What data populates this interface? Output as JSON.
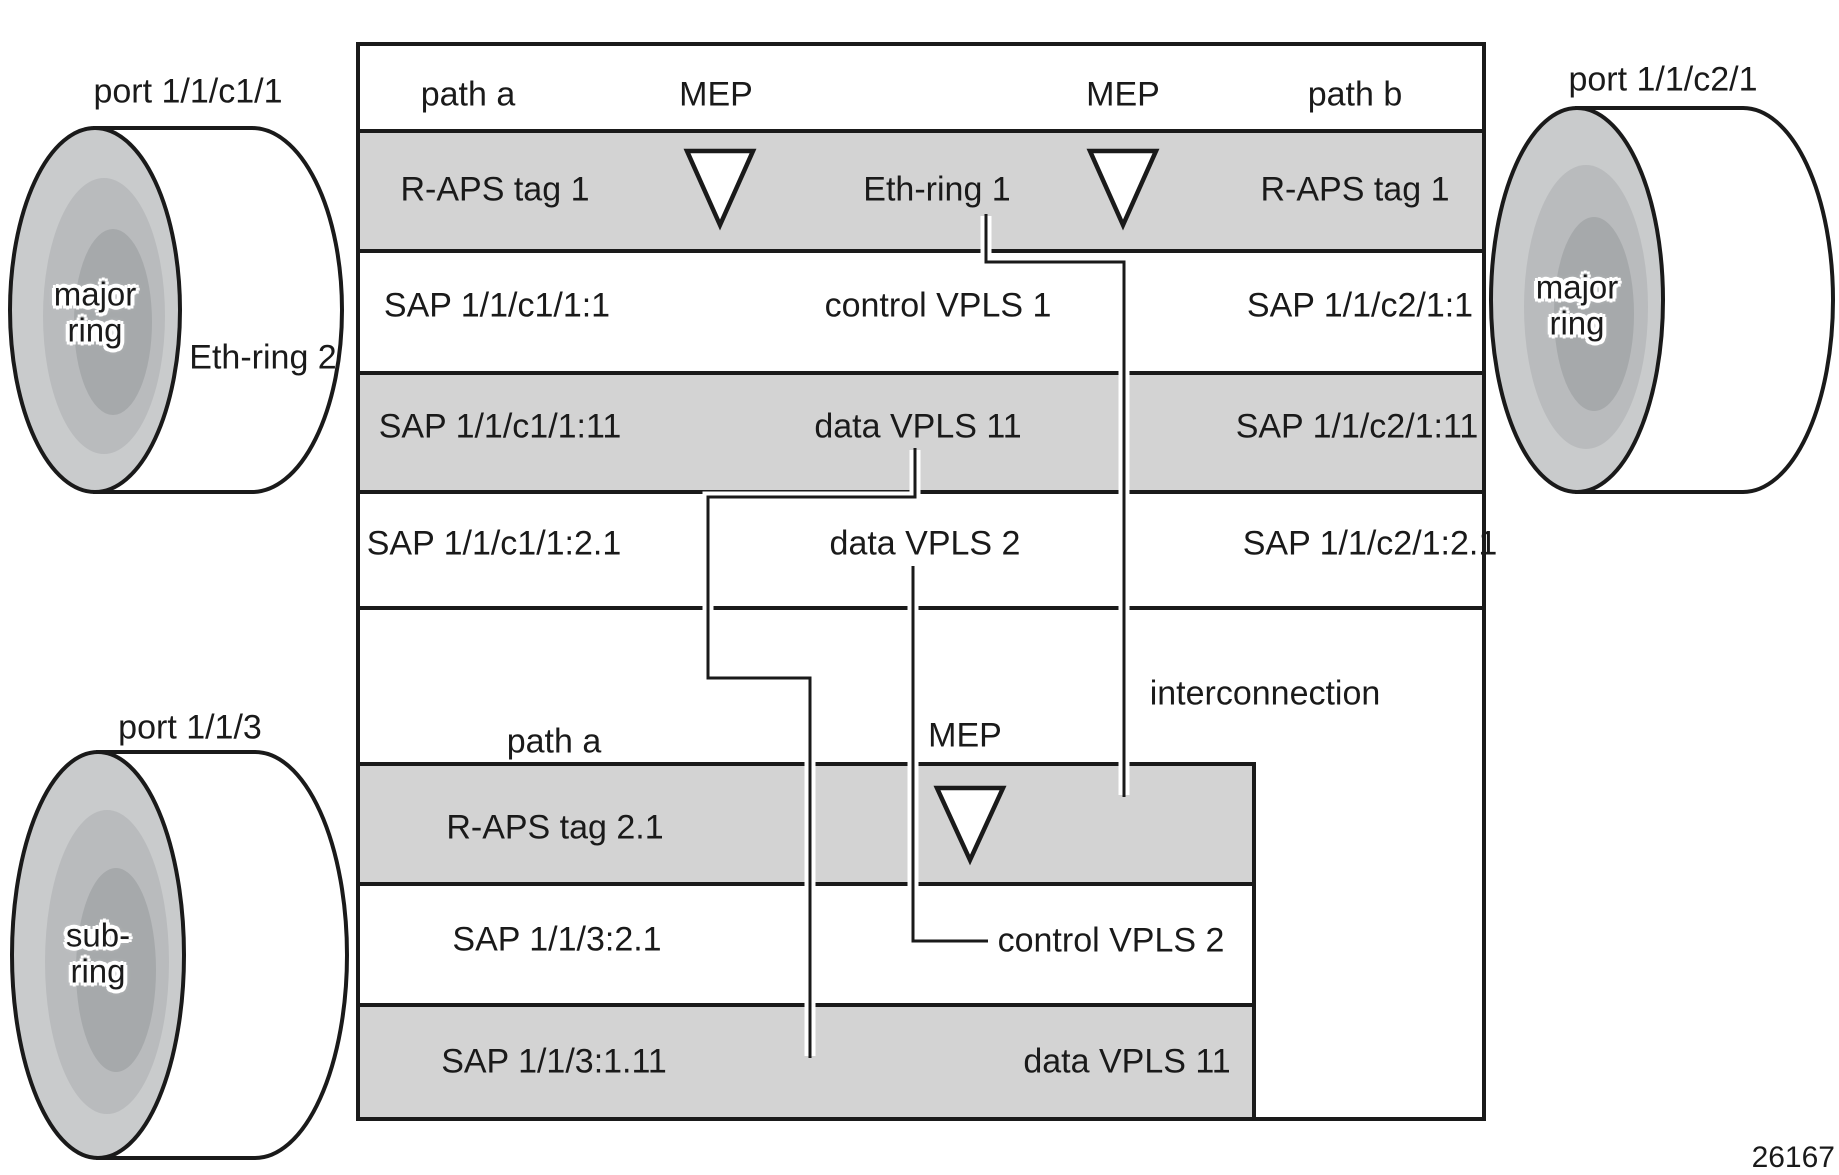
{
  "figure_number": "26167",
  "colors": {
    "band_gray": "#d3d3d3",
    "line_black": "#1a1a1a",
    "cylinder_face": "#c9cbcc",
    "cylinder_mid": "#b9bbbd",
    "cylinder_inner": "#a6a9ab"
  },
  "ports": {
    "top_left": "port 1/1/c1/1",
    "top_right": "port 1/1/c2/1",
    "bottom_left": "port 1/1/3"
  },
  "cylinders": {
    "top_left": {
      "label_line1": "major",
      "label_line2": "ring",
      "body_label": "Eth-ring 2"
    },
    "top_right": {
      "label_line1": "major",
      "label_line2": "ring"
    },
    "bottom_left": {
      "label_line1": "sub-",
      "label_line2": "ring"
    }
  },
  "major_ring_block": {
    "headers": {
      "path_a": "path a",
      "mep_left": "MEP",
      "mep_right": "MEP",
      "path_b": "path b"
    },
    "rows": [
      {
        "left": "R-APS tag 1",
        "center": "Eth-ring 1",
        "right": "R-APS tag 1"
      },
      {
        "left": "SAP 1/1/c1/1:1",
        "center": "control VPLS 1",
        "right": "SAP 1/1/c2/1:1"
      },
      {
        "left": "SAP 1/1/c1/1:11",
        "center": "data VPLS 11",
        "right": "SAP 1/1/c2/1:11"
      },
      {
        "left": "SAP 1/1/c1/1:2.1",
        "center": "data VPLS 2",
        "right": "SAP 1/1/c2/1:2.1"
      }
    ]
  },
  "interconnection_label": "interconnection",
  "sub_ring_block": {
    "headers": {
      "path_a": "path a",
      "mep": "MEP"
    },
    "rows": [
      {
        "left": "R-APS tag 2.1",
        "right": ""
      },
      {
        "left": "SAP 1/1/3:2.1",
        "right": "control VPLS 2"
      },
      {
        "left": "SAP 1/1/3:1.11",
        "right": "data VPLS 11"
      }
    ]
  }
}
